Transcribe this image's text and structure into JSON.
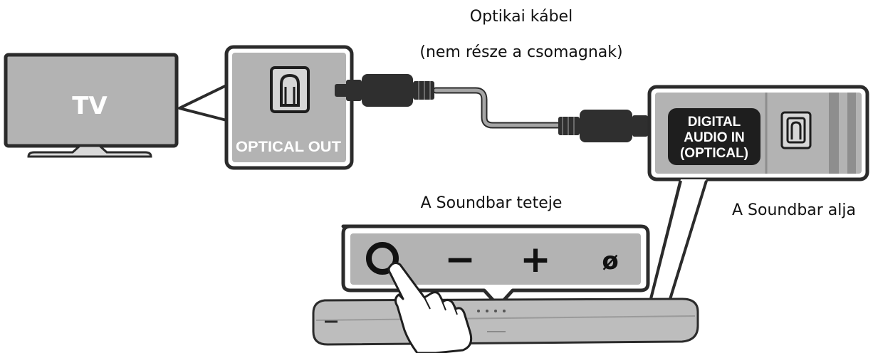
{
  "labels": {
    "cable_title": "Optikai kábel",
    "cable_note": "(nem része a csomagnak)",
    "tv": "TV",
    "optical_out": "OPTICAL OUT",
    "digital_audio_line1": "DIGITAL",
    "digital_audio_line2": "AUDIO IN",
    "digital_audio_line3": "(OPTICAL)",
    "soundbar_top": "A Soundbar teteje",
    "soundbar_bottom": "A Soundbar alja"
  },
  "buttons": {
    "minus": "−",
    "plus": "+",
    "source": "ø"
  },
  "icons": [
    "power-button-icon",
    "optical-port-icon",
    "finger-press-icon"
  ],
  "colors": {
    "panel_gray": "#b3b3b3",
    "frame_dark": "#2b2b2b",
    "cable_gray": "#a5a5a5",
    "connector_dark": "#2f2f2f",
    "label_box": "#1e1e1e"
  }
}
